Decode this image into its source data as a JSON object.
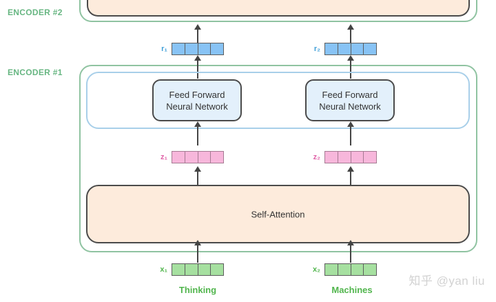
{
  "encoder2": {
    "label": "ENCODER #2"
  },
  "encoder1": {
    "label": "ENCODER #1",
    "ffn_line1": "Feed Forward",
    "ffn_line2": "Neural Network",
    "attention_label": "Self-Attention"
  },
  "vectors": {
    "r1": "r₁",
    "r2": "r₂",
    "z1": "z₁",
    "z2": "z₂",
    "x1": "x₁",
    "x2": "x₂"
  },
  "words": [
    "Thinking",
    "Machines"
  ],
  "watermark": "知乎 @yan liu",
  "colors": {
    "encoder_border": "#8fc3a1",
    "ffn_container_border": "#a8cfe9",
    "peach_fill": "#fdebdc",
    "ffn_fill": "#e3f0fb",
    "r_vector": "#88c3f5",
    "z_vector": "#f7b7db",
    "x_vector": "#a6e0a0",
    "word_text": "#51b54d",
    "encoder_label": "#67b682"
  }
}
